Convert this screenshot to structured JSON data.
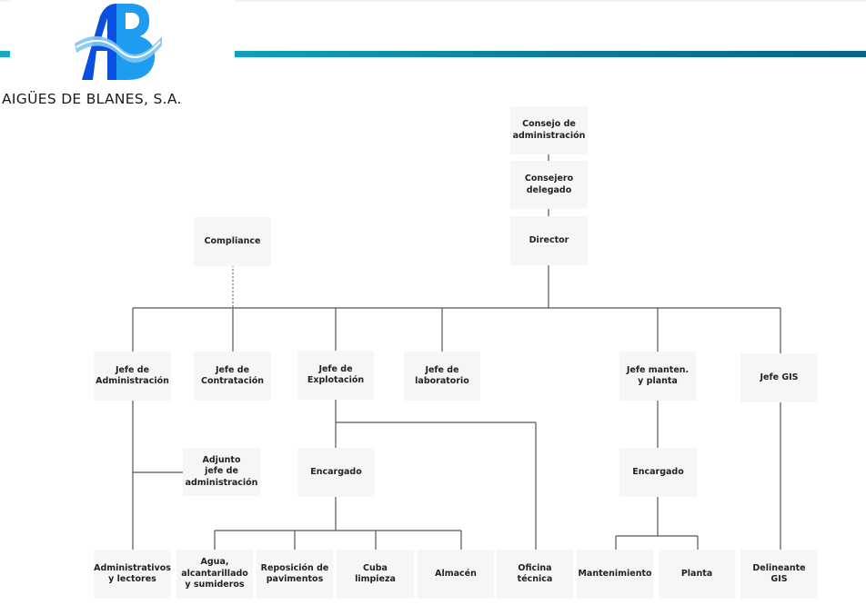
{
  "header": {
    "company_name": "AIGÜES DE BLANES, S.A.",
    "logo": "ab-wave-logo",
    "brand_colors": {
      "logo_dark_blue": "#0a4fe0",
      "logo_light_blue": "#1e9cf0",
      "bar_start": "#129fbd",
      "bar_end": "#0a6485"
    }
  },
  "org_chart": {
    "nodes": {
      "consejo": "Consejo de\nadministración",
      "consejero": "Consejero\ndelegado",
      "director": "Director",
      "compliance": "Compliance",
      "jefe_admin": "Jefe de\nAdministración",
      "jefe_contratacion": "Jefe de\nContratación",
      "jefe_explotacion": "Jefe de\nExplotación",
      "jefe_laboratorio": "Jefe de\nlaboratorio",
      "jefe_manten": "Jefe manten.\ny planta",
      "jefe_gis": "Jefe GIS",
      "adjunto": "Adjunto\njefe de\nadministración",
      "encargado_expl": "Encargado",
      "encargado_manten": "Encargado",
      "administrativos": "Administrativos\ny lectores",
      "agua": "Agua,\nalcantarillado\ny sumideros",
      "reposicion": "Reposición de\npavimentos",
      "cuba": "Cuba\nlimpieza",
      "almacen": "Almacén",
      "oficina": "Oficina\ntécnica",
      "mantenimiento": "Mantenimiento",
      "planta": "Planta",
      "delineante": "Delineante\nGIS"
    },
    "edges": [
      [
        "consejo",
        "consejero"
      ],
      [
        "consejero",
        "director"
      ],
      [
        "director",
        "jefe_admin"
      ],
      [
        "director",
        "jefe_contratacion"
      ],
      [
        "director",
        "jefe_explotacion"
      ],
      [
        "director",
        "jefe_laboratorio"
      ],
      [
        "director",
        "jefe_manten"
      ],
      [
        "director",
        "jefe_gis"
      ],
      [
        "compliance",
        "jefe_contratacion",
        "dotted"
      ],
      [
        "jefe_admin",
        "adjunto"
      ],
      [
        "jefe_admin",
        "administrativos"
      ],
      [
        "jefe_explotacion",
        "encargado_expl"
      ],
      [
        "jefe_explotacion",
        "oficina"
      ],
      [
        "encargado_expl",
        "agua"
      ],
      [
        "encargado_expl",
        "reposicion"
      ],
      [
        "encargado_expl",
        "cuba"
      ],
      [
        "encargado_expl",
        "almacen"
      ],
      [
        "jefe_manten",
        "encargado_manten"
      ],
      [
        "encargado_manten",
        "mantenimiento"
      ],
      [
        "encargado_manten",
        "planta"
      ],
      [
        "jefe_gis",
        "delineante"
      ]
    ]
  }
}
